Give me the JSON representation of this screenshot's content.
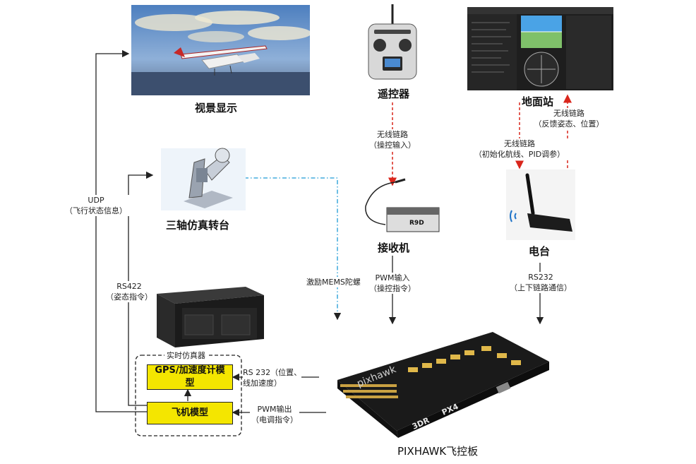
{
  "nodes": {
    "visual": "视景显示",
    "rc": "遥控器",
    "gcs": "地面站",
    "turntable": "三轴仿真转台",
    "receiver": "接收机",
    "radio": "电台",
    "pixhawk": "PIXHAWK飞控板",
    "rt_sim": "实时仿真器",
    "gps_model_l1": "GPS/加速度计模",
    "gps_model_l2": "型",
    "aircraft_model": "飞机模型"
  },
  "links": {
    "udp_1": "UDP",
    "udp_2": "（飞行状态信息）",
    "rs422_1": "RS422",
    "rs422_2": "（姿态指令）",
    "wireless_rc_1": "无线链路",
    "wireless_rc_2": "（操控输入）",
    "pwm_in_1": "PWM输入",
    "pwm_in_2": "（操控指令）",
    "mems": "激励MEMS陀螺",
    "wireless_up_1": "无线链路",
    "wireless_up_2": "（初始化航线、PID调参）",
    "wireless_down_1": "无线链路",
    "wireless_down_2": "（反馈姿态、位置）",
    "rs232_1": "RS232",
    "rs232_2": "（上下链路通信）",
    "rs232_sim_1": "RS 232（位置、",
    "rs232_sim_2": "线加速度）",
    "pwm_out_1": "PWM输出",
    "pwm_out_2": "（电调指令）"
  },
  "board_text": {
    "brand": "pixhawk",
    "logo_px4": "PX4",
    "logo_3dr": "3DR",
    "receiver_model": "R9D"
  },
  "colors": {
    "model_box": "#f4e600",
    "arrow_red": "#d9261c",
    "mems_line": "#1e9ad6",
    "line": "#222222"
  }
}
